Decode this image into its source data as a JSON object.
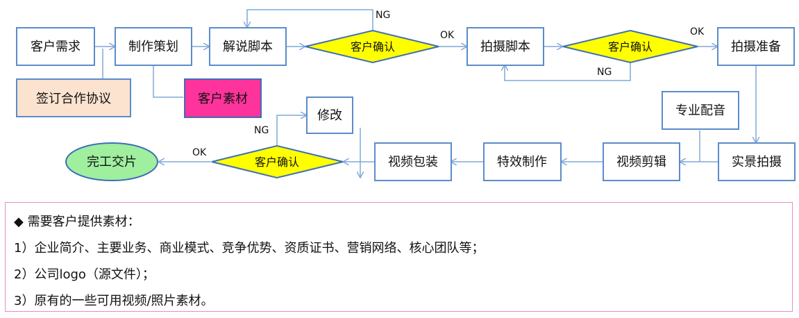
{
  "diagram": {
    "nodes": {
      "demand": "客户需求",
      "planning": "制作策划",
      "narration_script": "解说脚本",
      "confirm1": "客户确认",
      "shooting_script": "拍摄脚本",
      "confirm2": "客户确认",
      "shoot_prep": "拍摄准备",
      "contract": "签订合作协议",
      "materials": "客户素材",
      "voiceover": "专业配音",
      "revise": "修改",
      "delivery": "完工交片",
      "confirm3": "客户确认",
      "packaging": "视频包装",
      "vfx": "特效制作",
      "editing": "视频剪辑",
      "live_shoot": "实景拍摄"
    },
    "edge_labels": {
      "ng1": "NG",
      "ok1": "OK",
      "ok2": "OK",
      "ng2": "NG",
      "ng3": "NG",
      "ok3": "OK"
    }
  },
  "notes": {
    "heading": "◆ 需要客户提供素材：",
    "items": [
      "1）企业简介、主要业务、商业模式、竞争优势、资质证书、营销网络、核心团队等；",
      "2）公司logo（源文件）；",
      "3）原有的一些可用视频/照片素材。"
    ]
  },
  "colors": {
    "box_fill": "#ffffff",
    "box_border": "#5b8bc9",
    "diamond_fill": "#ffff00",
    "diamond_border": "#3d6fb5",
    "contract_fill": "#fbe3cf",
    "materials_fill": "#ff339c",
    "delivery_fill": "#9fef9f",
    "arrow": "#7fa8d8",
    "panel_border": "#e58fc4"
  }
}
